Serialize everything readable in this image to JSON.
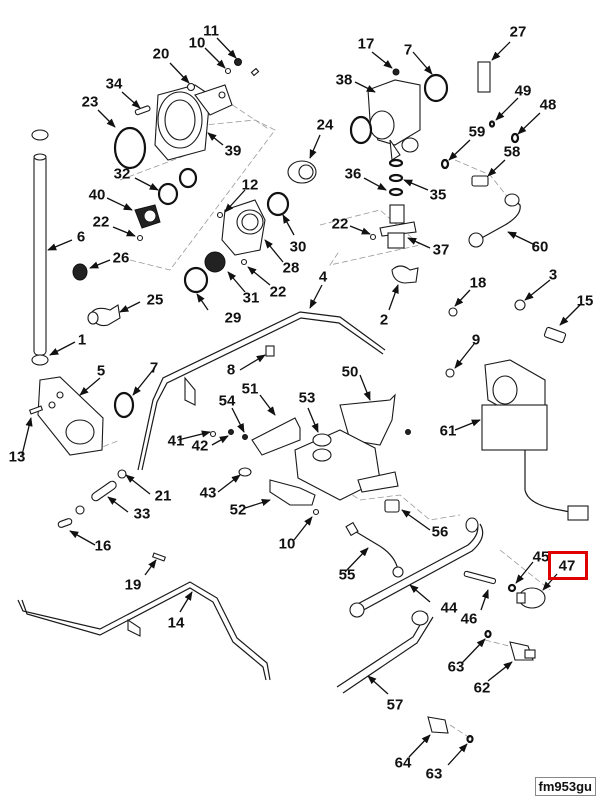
{
  "diagram": {
    "figure_id": "fm953gu",
    "highlighted_callout": "47",
    "highlight_color": "#e00000",
    "callouts": [
      {
        "id": "c11",
        "label": "11"
      },
      {
        "id": "c10a",
        "label": "10"
      },
      {
        "id": "c20",
        "label": "20"
      },
      {
        "id": "c34",
        "label": "34"
      },
      {
        "id": "c23",
        "label": "23"
      },
      {
        "id": "c39",
        "label": "39"
      },
      {
        "id": "c32",
        "label": "32"
      },
      {
        "id": "c40",
        "label": "40"
      },
      {
        "id": "c22a",
        "label": "22"
      },
      {
        "id": "c6",
        "label": "6"
      },
      {
        "id": "c26",
        "label": "26"
      },
      {
        "id": "c12",
        "label": "12"
      },
      {
        "id": "c30",
        "label": "30"
      },
      {
        "id": "c28",
        "label": "28"
      },
      {
        "id": "c31",
        "label": "31"
      },
      {
        "id": "c22b",
        "label": "22"
      },
      {
        "id": "c29",
        "label": "29"
      },
      {
        "id": "c25",
        "label": "25"
      },
      {
        "id": "c1",
        "label": "1"
      },
      {
        "id": "c17",
        "label": "17"
      },
      {
        "id": "c7a",
        "label": "7"
      },
      {
        "id": "c38",
        "label": "38"
      },
      {
        "id": "c24",
        "label": "24"
      },
      {
        "id": "c36",
        "label": "36"
      },
      {
        "id": "c35",
        "label": "35"
      },
      {
        "id": "c22c",
        "label": "22"
      },
      {
        "id": "c37",
        "label": "37"
      },
      {
        "id": "c27",
        "label": "27"
      },
      {
        "id": "c49",
        "label": "49"
      },
      {
        "id": "c48",
        "label": "48"
      },
      {
        "id": "c59",
        "label": "59"
      },
      {
        "id": "c58",
        "label": "58"
      },
      {
        "id": "c60",
        "label": "60"
      },
      {
        "id": "c2",
        "label": "2"
      },
      {
        "id": "c4",
        "label": "4"
      },
      {
        "id": "c18",
        "label": "18"
      },
      {
        "id": "c3",
        "label": "3"
      },
      {
        "id": "c15",
        "label": "15"
      },
      {
        "id": "c9",
        "label": "9"
      },
      {
        "id": "c8",
        "label": "8"
      },
      {
        "id": "c5",
        "label": "5"
      },
      {
        "id": "c7b",
        "label": "7"
      },
      {
        "id": "c13",
        "label": "13"
      },
      {
        "id": "c50",
        "label": "50"
      },
      {
        "id": "c51",
        "label": "51"
      },
      {
        "id": "c53",
        "label": "53"
      },
      {
        "id": "c54",
        "label": "54"
      },
      {
        "id": "c41",
        "label": "41"
      },
      {
        "id": "c42",
        "label": "42"
      },
      {
        "id": "c61",
        "label": "61"
      },
      {
        "id": "c21",
        "label": "21"
      },
      {
        "id": "c43",
        "label": "43"
      },
      {
        "id": "c33",
        "label": "33"
      },
      {
        "id": "c52",
        "label": "52"
      },
      {
        "id": "c10b",
        "label": "10"
      },
      {
        "id": "c56",
        "label": "56"
      },
      {
        "id": "c16",
        "label": "16"
      },
      {
        "id": "c55",
        "label": "55"
      },
      {
        "id": "c45",
        "label": "45"
      },
      {
        "id": "c47",
        "label": "47"
      },
      {
        "id": "c19",
        "label": "19"
      },
      {
        "id": "c44",
        "label": "44"
      },
      {
        "id": "c46",
        "label": "46"
      },
      {
        "id": "c14",
        "label": "14"
      },
      {
        "id": "c63a",
        "label": "63"
      },
      {
        "id": "c62",
        "label": "62"
      },
      {
        "id": "c57",
        "label": "57"
      },
      {
        "id": "c64",
        "label": "64"
      },
      {
        "id": "c63b",
        "label": "63"
      }
    ]
  }
}
